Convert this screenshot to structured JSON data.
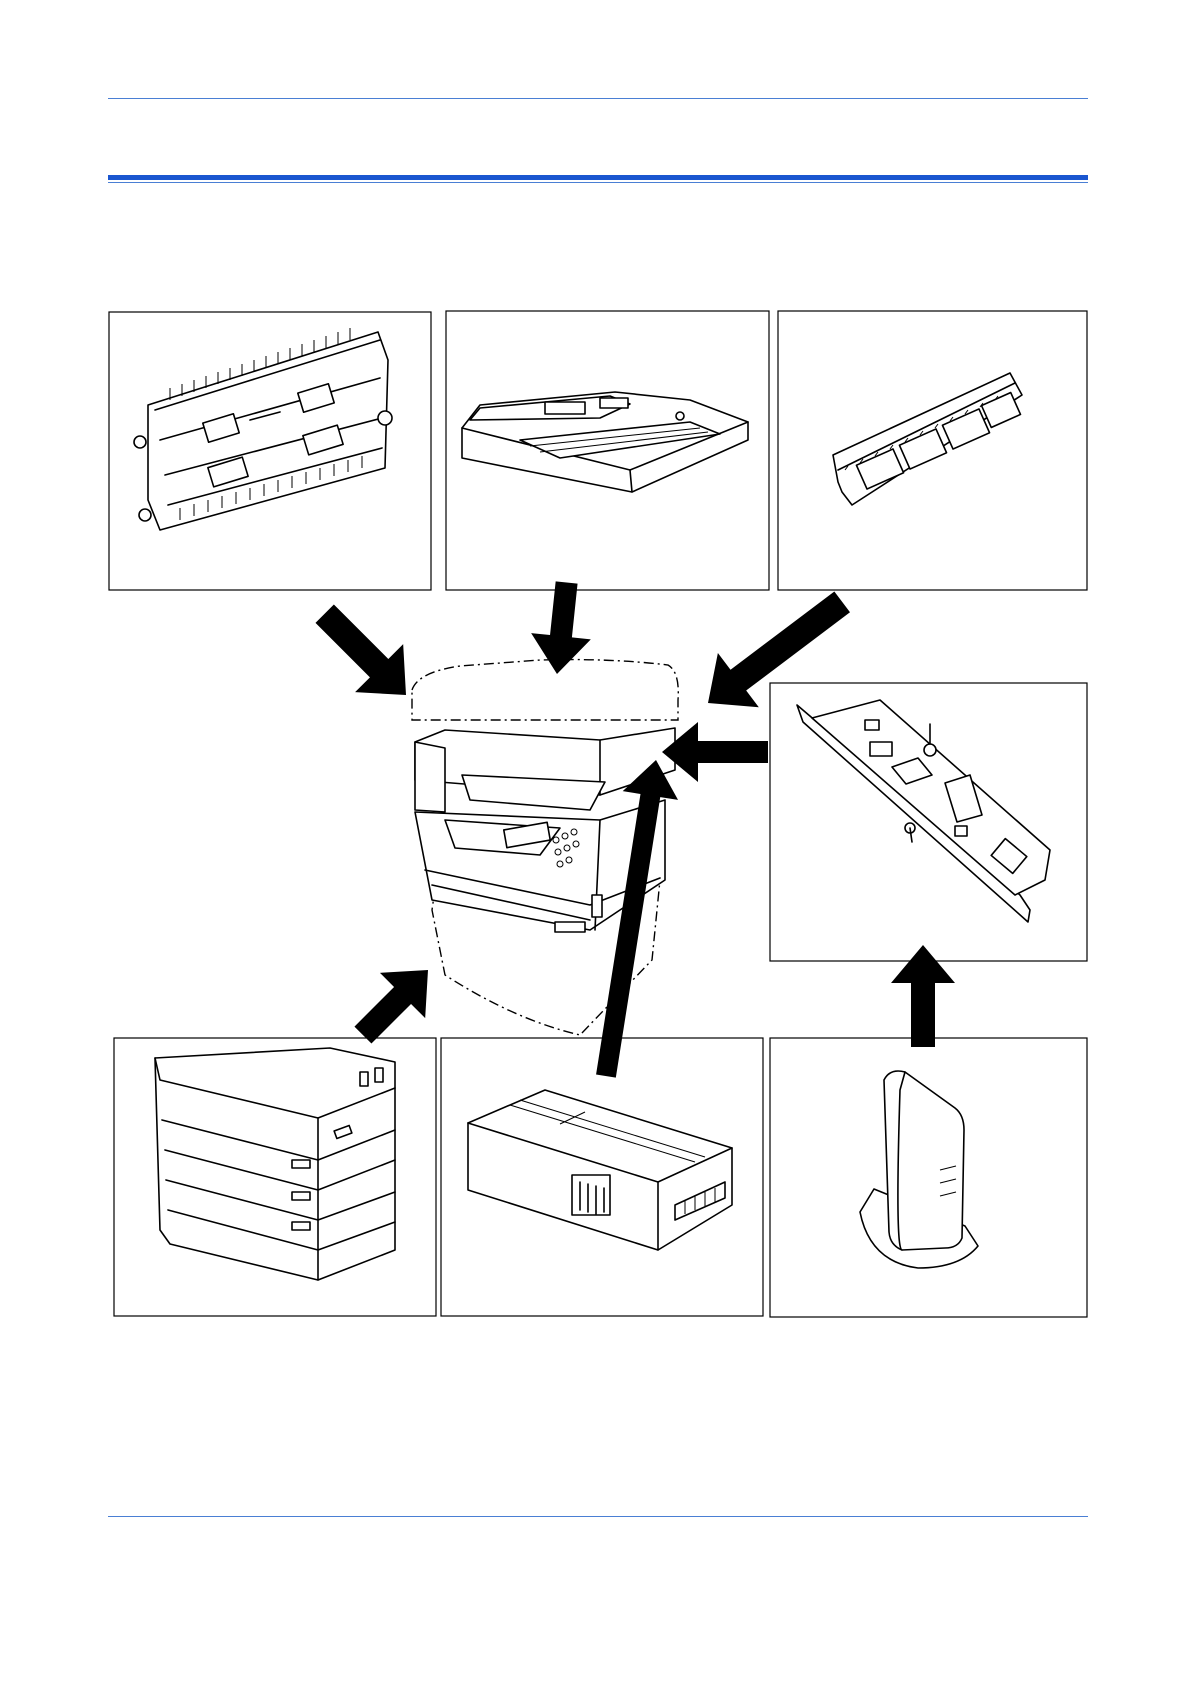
{
  "document": {
    "figure": {
      "center_unit": "copier-main-unit",
      "options": [
        {
          "icon": "duplex-unit-icon",
          "position": "top-left"
        },
        {
          "icon": "document-processor-icon",
          "position": "top-center"
        },
        {
          "icon": "memory-module-icon",
          "position": "top-right"
        },
        {
          "icon": "network-card-icon",
          "position": "middle-right"
        },
        {
          "icon": "paper-feeder-icon",
          "position": "bottom-left"
        },
        {
          "icon": "hard-disk-icon",
          "position": "bottom-center"
        },
        {
          "icon": "wireless-adapter-icon",
          "position": "bottom-right"
        }
      ],
      "colors": {
        "rule": "#4a7fd4",
        "title_rule": "#1a56d0",
        "line_art": "#000000"
      }
    }
  }
}
